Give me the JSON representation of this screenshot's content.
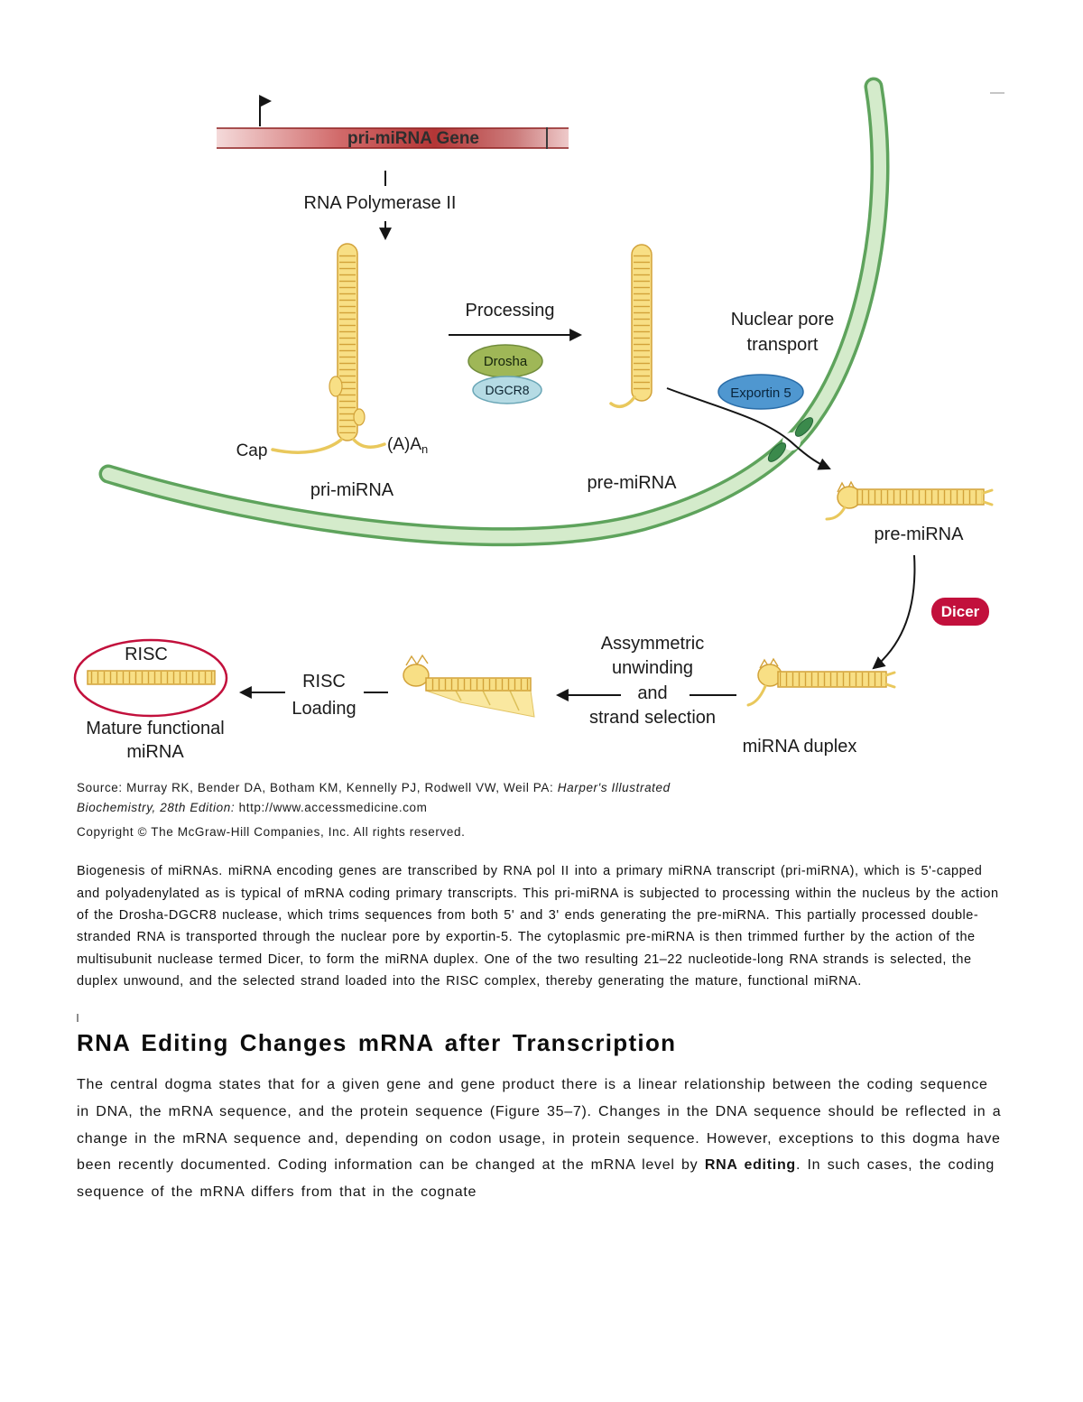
{
  "diagram": {
    "labels": {
      "gene": "pri-miRNA Gene",
      "rna_polymerase": "RNA Polymerase II",
      "cap": "Cap",
      "poly_a": "(A)A",
      "poly_a_sub": "n",
      "pri_mirna": "pri-miRNA",
      "processing": "Processing",
      "drosha": "Drosha",
      "dgcr8": "DGCR8",
      "pre_mirna_nucleus": "pre-miRNA",
      "nuclear_pore_1": "Nuclear pore",
      "nuclear_pore_2": "transport",
      "exportin": "Exportin 5",
      "pre_mirna_cytoplasm": "pre-miRNA",
      "dicer": "Dicer",
      "mirna_duplex": "miRNA duplex",
      "unwinding_1": "Assymmetric",
      "unwinding_2": "unwinding",
      "unwinding_3": "and",
      "unwinding_4": "strand selection",
      "risc_loading_1": "RISC",
      "risc_loading_2": "Loading",
      "risc": "RISC",
      "mature_1": "Mature functional",
      "mature_2": "miRNA"
    },
    "colors": {
      "gene_red": "#b43636",
      "rna_yellow": "#f8df85",
      "rna_outline": "#d2a239",
      "membrane_green": "#d4ebcb",
      "membrane_edge": "#5ea35c",
      "drosha_green": "#9fb757",
      "dgcr8_blue": "#b5dbe4",
      "exportin_blue": "#4f97d0",
      "dicer_red": "#c2103c",
      "risc_red": "#c2103c"
    }
  },
  "source": {
    "prefix": "Source: Murray RK, Bender DA, Botham KM, Kennelly PJ, Rodwell VW, Weil PA: ",
    "italic": "Harper's Illustrated Biochemistry, 28th Edition:",
    "suffix": " http://www.accessmedicine.com",
    "copyright": "Copyright © The McGraw-Hill Companies, Inc. All rights reserved."
  },
  "figure_caption": "Biogenesis of miRNAs. miRNA encoding genes are transcribed by RNA pol II into a primary miRNA transcript (pri-miRNA), which is 5'-capped and polyadenylated as is typical of mRNA coding primary transcripts. This pri-miRNA is subjected to processing within the nucleus by the action of the Drosha-DGCR8 nuclease, which trims sequences from both 5' and 3' ends generating the pre-miRNA. This partially processed double-stranded RNA is transported through the nuclear pore by exportin-5. The cytoplasmic pre-miRNA is then trimmed further by the action of the multisubunit nuclease termed Dicer, to form the miRNA duplex. One of the two resulting 21–22 nucleotide-long RNA strands is selected, the duplex unwound, and the selected strand loaded into the RISC complex, thereby generating the mature, functional miRNA.",
  "section": {
    "heading": "RNA Editing Changes mRNA after Transcription",
    "para_1": "The central dogma states that for a given gene and gene product there is a linear relationship between the coding sequence in DNA, the mRNA sequence, and the protein sequence (Figure 35–7). Changes in the DNA sequence should be reflected in a change in the mRNA sequence and, depending on codon usage, in protein sequence. However, exceptions to this dogma have been recently documented. Coding information can be changed at the mRNA level by ",
    "para_keyword": "RNA editing",
    "para_2": ". In such cases, the coding sequence of the mRNA differs from that in the cognate"
  }
}
